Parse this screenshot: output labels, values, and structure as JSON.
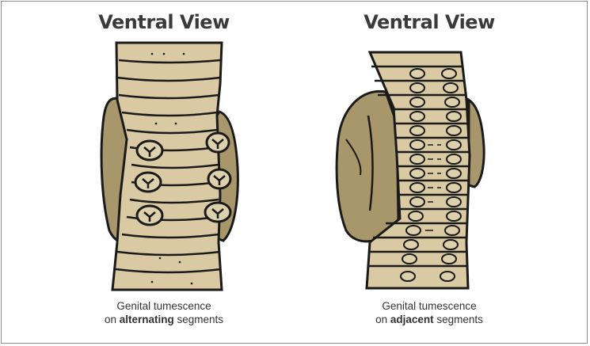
{
  "panels": [
    {
      "title": "Ventral View",
      "caption_line1": "Genital tumescence",
      "caption_prefix": "on ",
      "caption_bold": "alternating",
      "caption_suffix": " segments"
    },
    {
      "title": "Ventral View",
      "caption_line1": "Genital tumescence",
      "caption_prefix": "on ",
      "caption_bold": "adjacent",
      "caption_suffix": " segments"
    }
  ],
  "colors": {
    "body": "#d9caa3",
    "tumescence": "#a8976b",
    "outline": "#1a1a1a",
    "title": "#3a3a3a"
  }
}
